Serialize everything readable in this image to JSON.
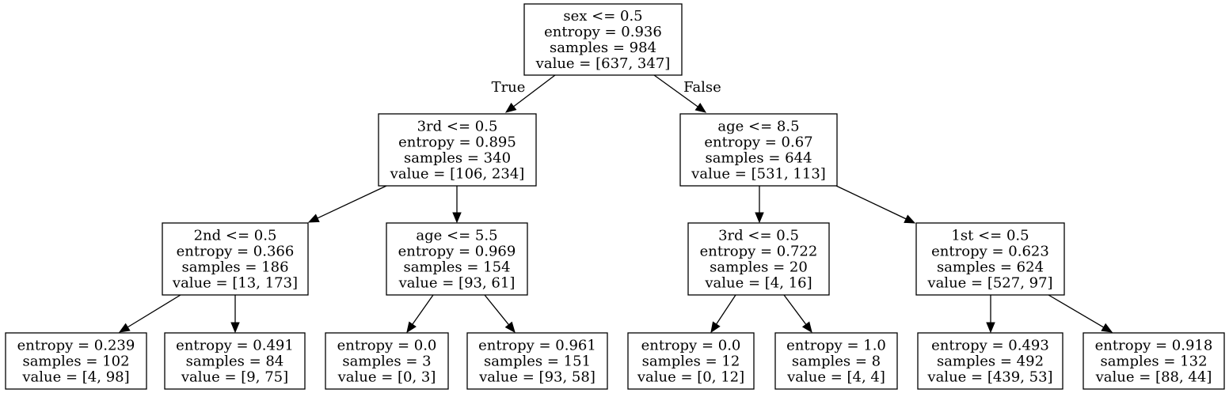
{
  "tree": {
    "nodes": [
      {
        "id": "root",
        "lines": [
          "sex <= 0.5",
          "entropy = 0.936",
          "samples = 984",
          "value = [637, 347]"
        ]
      },
      {
        "id": "n1",
        "lines": [
          "3rd <= 0.5",
          "entropy = 0.895",
          "samples = 340",
          "value = [106, 234]"
        ]
      },
      {
        "id": "n2",
        "lines": [
          "age <= 8.5",
          "entropy = 0.67",
          "samples = 644",
          "value = [531, 113]"
        ]
      },
      {
        "id": "n3",
        "lines": [
          "2nd <= 0.5",
          "entropy = 0.366",
          "samples = 186",
          "value = [13, 173]"
        ]
      },
      {
        "id": "n4",
        "lines": [
          "age <= 5.5",
          "entropy = 0.969",
          "samples = 154",
          "value = [93, 61]"
        ]
      },
      {
        "id": "n5",
        "lines": [
          "3rd <= 0.5",
          "entropy = 0.722",
          "samples = 20",
          "value = [4, 16]"
        ]
      },
      {
        "id": "n6",
        "lines": [
          "1st <= 0.5",
          "entropy = 0.623",
          "samples = 624",
          "value = [527, 97]"
        ]
      },
      {
        "id": "l1",
        "lines": [
          "entropy = 0.239",
          "samples = 102",
          "value = [4, 98]"
        ]
      },
      {
        "id": "l2",
        "lines": [
          "entropy = 0.491",
          "samples = 84",
          "value = [9, 75]"
        ]
      },
      {
        "id": "l3",
        "lines": [
          "entropy = 0.0",
          "samples = 3",
          "value = [0, 3]"
        ]
      },
      {
        "id": "l4",
        "lines": [
          "entropy = 0.961",
          "samples = 151",
          "value = [93, 58]"
        ]
      },
      {
        "id": "l5",
        "lines": [
          "entropy = 0.0",
          "samples = 12",
          "value = [0, 12]"
        ]
      },
      {
        "id": "l6",
        "lines": [
          "entropy = 1.0",
          "samples = 8",
          "value = [4, 4]"
        ]
      },
      {
        "id": "l7",
        "lines": [
          "entropy = 0.493",
          "samples = 492",
          "value = [439, 53]"
        ]
      },
      {
        "id": "l8",
        "lines": [
          "entropy = 0.918",
          "samples = 132",
          "value = [88, 44]"
        ]
      }
    ],
    "edges": [
      {
        "from": "root",
        "to": "n1",
        "label": "True"
      },
      {
        "from": "root",
        "to": "n2",
        "label": "False"
      },
      {
        "from": "n1",
        "to": "n3",
        "label": ""
      },
      {
        "from": "n1",
        "to": "n4",
        "label": ""
      },
      {
        "from": "n2",
        "to": "n5",
        "label": ""
      },
      {
        "from": "n2",
        "to": "n6",
        "label": ""
      },
      {
        "from": "n3",
        "to": "l1",
        "label": ""
      },
      {
        "from": "n3",
        "to": "l2",
        "label": ""
      },
      {
        "from": "n4",
        "to": "l3",
        "label": ""
      },
      {
        "from": "n4",
        "to": "l4",
        "label": ""
      },
      {
        "from": "n5",
        "to": "l5",
        "label": ""
      },
      {
        "from": "n5",
        "to": "l6",
        "label": ""
      },
      {
        "from": "n6",
        "to": "l7",
        "label": ""
      },
      {
        "from": "n6",
        "to": "l8",
        "label": ""
      }
    ]
  }
}
